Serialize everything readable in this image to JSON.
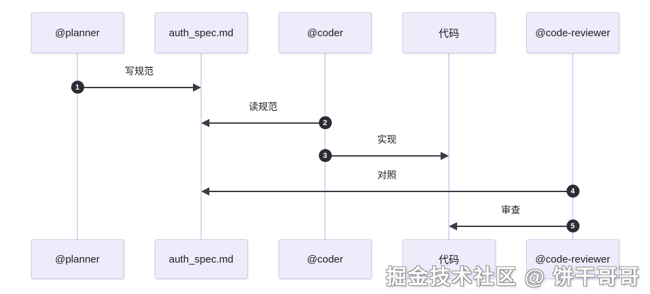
{
  "diagram": {
    "type": "sequence",
    "participants": [
      {
        "id": "planner",
        "label": "@planner"
      },
      {
        "id": "auth_spec",
        "label": "auth_spec.md"
      },
      {
        "id": "coder",
        "label": "@coder"
      },
      {
        "id": "code",
        "label": "代码"
      },
      {
        "id": "reviewer",
        "label": "@code-reviewer"
      }
    ],
    "messages": [
      {
        "num": "1",
        "label": "写规范",
        "from": "planner",
        "to": "auth_spec"
      },
      {
        "num": "2",
        "label": "读规范",
        "from": "coder",
        "to": "auth_spec"
      },
      {
        "num": "3",
        "label": "实现",
        "from": "coder",
        "to": "code"
      },
      {
        "num": "4",
        "label": "对照",
        "from": "reviewer",
        "to": "auth_spec"
      },
      {
        "num": "5",
        "label": "审查",
        "from": "reviewer",
        "to": "code"
      }
    ],
    "colors": {
      "actor_fill": "#ECECFB",
      "actor_border": "#CDCDE8",
      "lifeline": "#D8D8EE",
      "arrow": "#3B3B45",
      "marker_fill": "#2C2C35",
      "marker_text": "#FFFFFF",
      "text": "#1B1B22",
      "background": "#FFFFFF"
    }
  },
  "watermark": {
    "text": "掘金技术社区 @ 饼干哥哥"
  }
}
